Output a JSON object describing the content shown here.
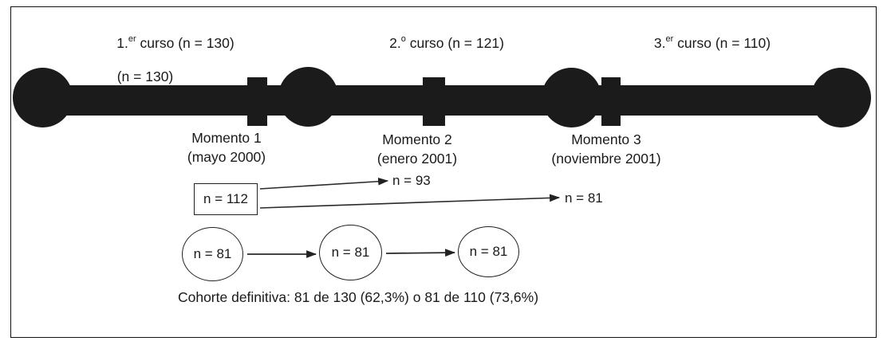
{
  "figure": {
    "timeline": {
      "course_labels": [
        {
          "prefix": "1.",
          "sup": "er",
          "rest": " curso (n = 130)"
        },
        {
          "prefix": "2.",
          "sup": "o",
          "rest": " curso (n = 121)"
        },
        {
          "prefix": "3.",
          "sup": "er",
          "rest": " curso (n = 110)"
        }
      ],
      "start_n_label": "(n = 130)",
      "moments": [
        {
          "name": "Momento 1",
          "date": "(mayo 2000)"
        },
        {
          "name": "Momento 2",
          "date": "(enero 2001)"
        },
        {
          "name": "Momento 3",
          "date": "(noviembre 2001)"
        }
      ]
    },
    "followup": {
      "box_label": "n = 112",
      "arrow_targets": [
        "n = 93",
        "n = 81"
      ]
    },
    "cohort": {
      "ellipse_labels": [
        "n = 81",
        "n = 81",
        "n = 81"
      ],
      "caption": "Cohorte definitiva: 81 de 130 (62,3%) o 81 de 110 (73,6%)"
    },
    "colors": {
      "ink": "#1b1b1b",
      "background": "#ffffff"
    }
  }
}
